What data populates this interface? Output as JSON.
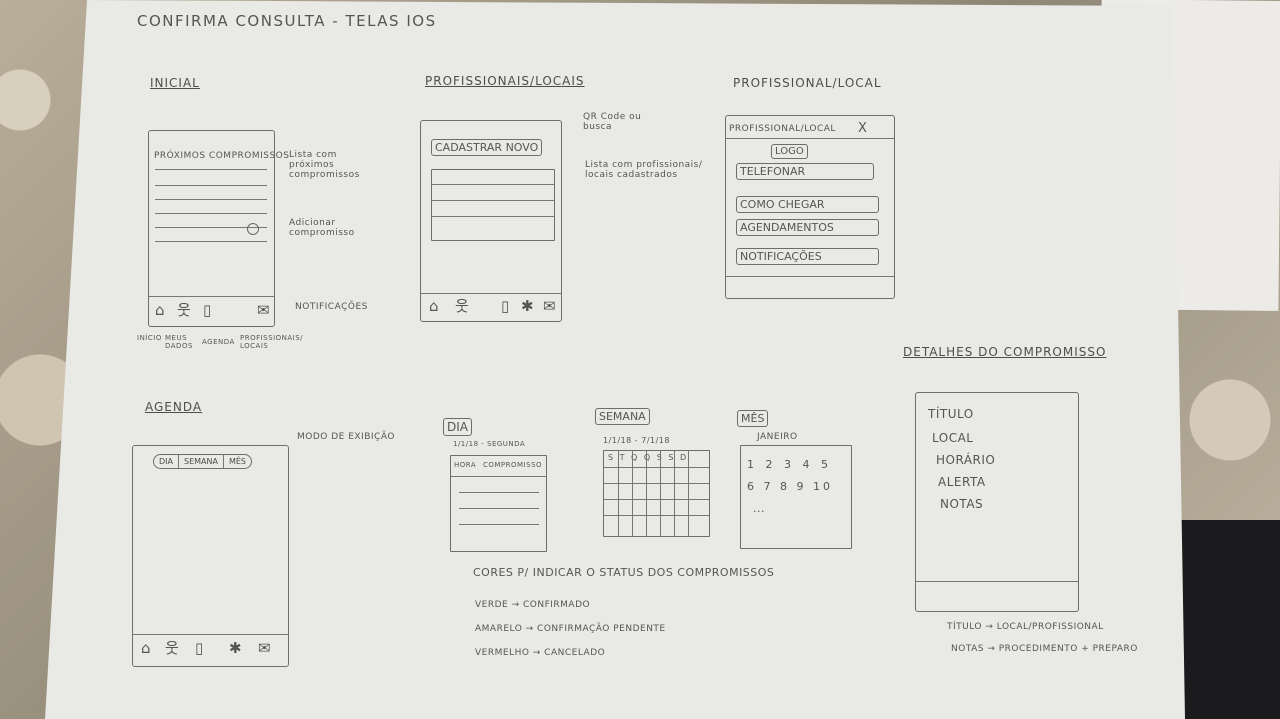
{
  "title": "CONFIRMA CONSULTA - TELAS IOS",
  "inicial": {
    "heading": "INICIAL",
    "list_header": "PRÓXIMOS COMPROMISSOS",
    "note_list": "Lista com próximos compromissos",
    "note_add": "Adicionar compromisso",
    "note_notif": "NOTIFICAÇÕES",
    "tab_labels": [
      "INÍCIO",
      "MEUS DADOS",
      "AGENDA",
      "PROFISSIONAIS/ LOCAIS"
    ]
  },
  "profissionais": {
    "heading": "PROFISSIONAIS/LOCAIS",
    "button": "CADASTRAR NOVO",
    "note_qr": "QR Code ou busca",
    "note_list": "Lista com profissionais/ locais cadastrados"
  },
  "profissional": {
    "heading": "PROFISSIONAL/LOCAL",
    "header": "PROFISSIONAL/LOCAL",
    "close": "X",
    "logo": "LOGO",
    "buttons": [
      "TELEFONAR",
      "COMO CHEGAR",
      "AGENDAMENTOS",
      "NOTIFICAÇÕES"
    ]
  },
  "agenda": {
    "heading": "AGENDA",
    "segments": [
      "DIA",
      "SEMANA",
      "MÊS"
    ],
    "note_mode": "MODO DE EXIBIÇÃO"
  },
  "dia": {
    "label": "DIA",
    "range": "1/1/18 - SEGUNDA",
    "col1": "HORA",
    "col2": "COMPROMISSO"
  },
  "semana": {
    "label": "SEMANA",
    "range": "1/1/18 - 7/1/18",
    "days": "S T Q Q S S D"
  },
  "mes": {
    "label": "MÊS",
    "month": "JANEIRO",
    "row1": "1 2 3 4 5",
    "row2": "6 7 8 9 10",
    "row3": "..."
  },
  "detalhes": {
    "heading": "DETALHES DO COMPROMISSO",
    "fields": [
      "TÍTULO",
      "LOCAL",
      "HORÁRIO",
      "ALERTA",
      "NOTAS"
    ],
    "note1": "TÍTULO → LOCAL/PROFISSIONAL",
    "note2": "NOTAS → PROCEDIMENTO + PREPARO"
  },
  "cores": {
    "title": "CORES P/ INDICAR O STATUS DOS COMPROMISSOS",
    "items": [
      "VERDE → CONFIRMADO",
      "AMARELO → CONFIRMAÇÃO PENDENTE",
      "VERMELHO → CANCELADO"
    ]
  },
  "icons": [
    "house-icon",
    "person-icon",
    "calendar-icon",
    "star-icon",
    "envelope-icon"
  ]
}
